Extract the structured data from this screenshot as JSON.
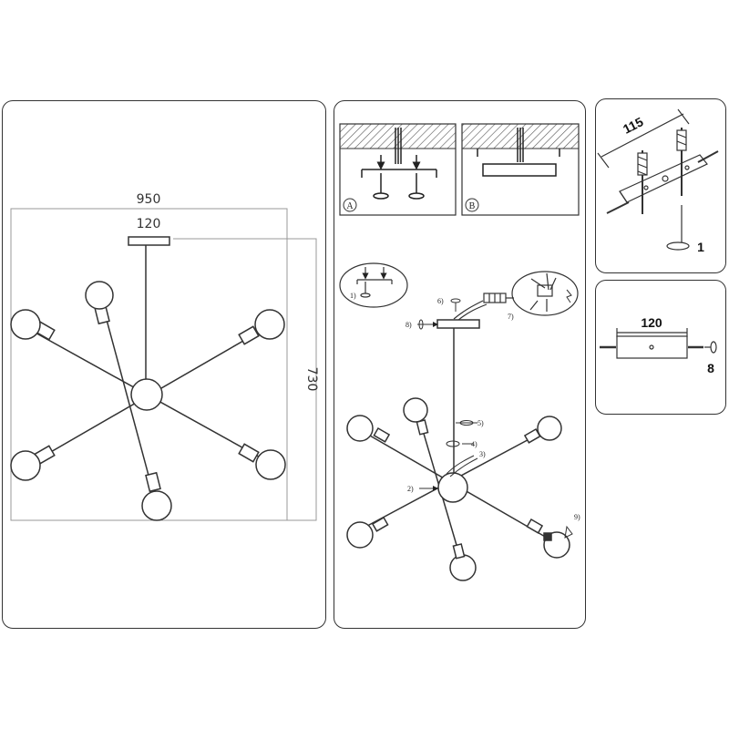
{
  "overall": {
    "width_label": "950",
    "canopy_label": "120",
    "height_label": "730"
  },
  "install": {
    "option_a": "A",
    "option_b": "B",
    "inset_step": "1)",
    "steps": [
      "2)",
      "3)",
      "4)",
      "5)",
      "6)",
      "7)",
      "8)",
      "9)"
    ]
  },
  "bracket": {
    "length_label": "115",
    "step": "1"
  },
  "canopy": {
    "width_label": "120",
    "step": "8"
  }
}
